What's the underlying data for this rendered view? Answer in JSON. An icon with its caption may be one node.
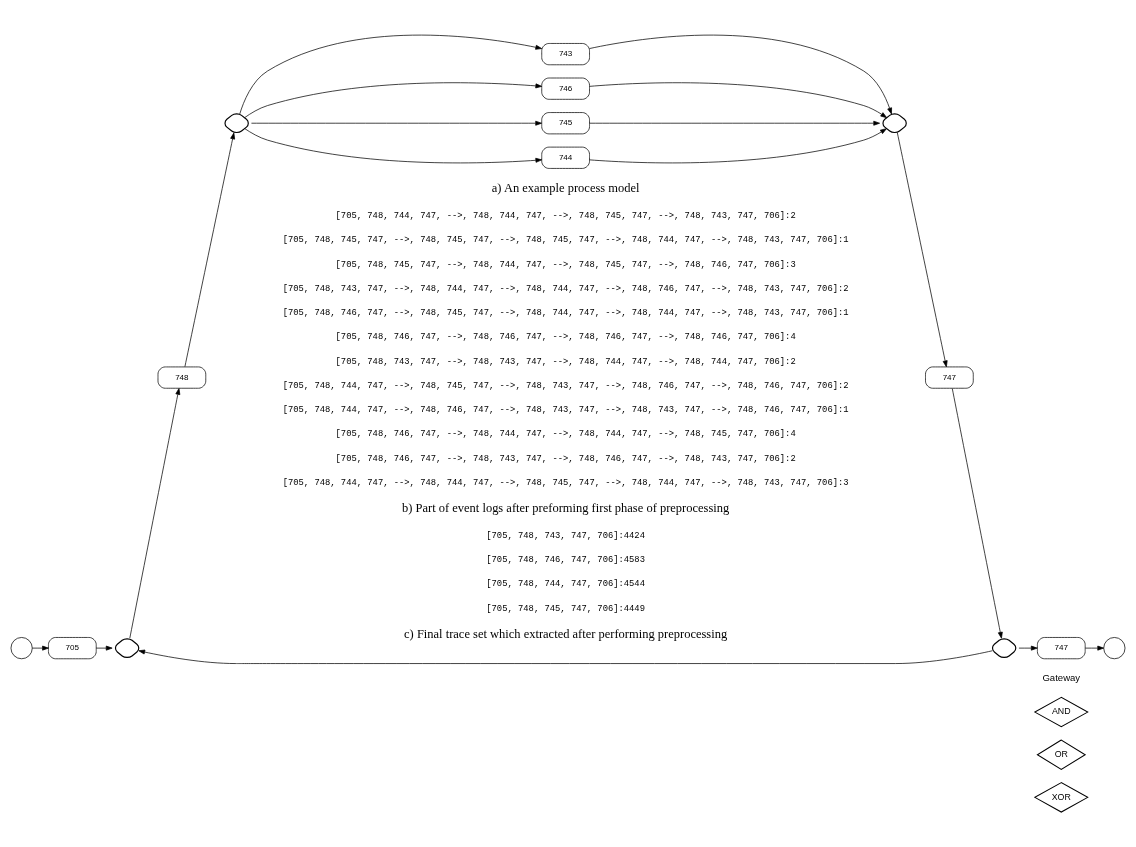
{
  "diagram": {
    "nodes": [
      {
        "text": [],
        "shape": "circle"
      },
      {
        "text": [
          "705"
        ]
      },
      {
        "text": [],
        "shape": "diamond"
      },
      {
        "text": [
          "748"
        ]
      },
      {
        "text": [],
        "shape": "diamond"
      },
      {
        "text": [
          "743"
        ]
      },
      {
        "text": [
          "746"
        ]
      },
      {
        "text": [
          "745"
        ]
      },
      {
        "text": [
          "744"
        ]
      },
      {
        "text": [],
        "shape": "diamond"
      },
      {
        "text": [
          "747"
        ]
      },
      {
        "text": [],
        "shape": "diamond"
      },
      {
        "text": [
          "747"
        ]
      },
      {
        "text": [],
        "shape": "circle"
      }
    ],
    "edges": [
      {
        "from": 0,
        "to": 1,
        "arrow": "to"
      },
      {
        "from": 1,
        "to": 2,
        "arrow": "to"
      },
      {
        "from": 2,
        "to": 3,
        "arrow": "to"
      },
      {
        "from": 3,
        "to": 4,
        "arrow": "to"
      },
      {
        "from": 4,
        "to": 5,
        "arrow": "to"
      },
      {
        "from": 4,
        "to": 6,
        "arrow": "to"
      },
      {
        "from": 4,
        "to": 7,
        "arrow": "to"
      },
      {
        "from": 4,
        "to": 8,
        "arrow": "to"
      },
      {
        "from": 5,
        "to": 9,
        "arrow": "to"
      },
      {
        "from": 6,
        "to": 9,
        "arrow": "to"
      },
      {
        "from": 7,
        "to": 9,
        "arrow": "to"
      },
      {
        "from": 8,
        "to": 9,
        "arrow": "to"
      },
      {
        "from": 9,
        "to": 10,
        "arrow": "to"
      },
      {
        "from": 10,
        "to": 11,
        "arrow": "to"
      },
      {
        "from": 11,
        "to": 12,
        "arrow": "to"
      },
      {
        "from": 12,
        "to": 13,
        "arrow": "to"
      },
      {
        "from": 11,
        "to": 2,
        "arrow": "to"
      }
    ],
    "labels": [
      "a) An example process model",
      "Gateway",
      "[705, 748, 744, 747, -->, 748, 744, 747, -->, 748, 745, 747, -->, 748, 743, 747, 706]:2",
      "[705, 748, 745, 747, -->, 748, 745, 747, -->, 748, 745, 747, -->, 748, 744, 747, -->, 748, 743, 747, 706]:1",
      "[705, 748, 745, 747, -->, 748, 744, 747, -->, 748, 745, 747, -->, 748, 746, 747, 706]:3",
      "[705, 748, 743, 747, -->, 748, 744, 747, -->, 748, 744, 747, -->, 748, 746, 747, -->, 748, 743, 747, 706]:2",
      "[705, 748, 746, 747, -->, 748, 745, 747, -->, 748, 744, 747, -->, 748, 744, 747, -->, 748, 743, 747, 706]:1",
      "[705, 748, 746, 747, -->, 748, 746, 747, -->, 748, 746, 747, -->, 748, 746, 747, 706]:4",
      "[705, 748, 743, 747, -->, 748, 743, 747, -->, 748, 744, 747, -->, 748, 744, 747, 706]:2",
      "[705, 748, 744, 747, -->, 748, 745, 747, -->, 748, 743, 747, -->, 748, 746, 747, -->, 748, 746, 747, 706]:2",
      "[705, 748, 744, 747, -->, 748, 746, 747, -->, 748, 743, 747, -->, 748, 743, 747, -->, 748, 746, 747, 706]:1",
      "[705, 748, 746, 747, -->, 748, 744, 747, -->, 748, 744, 747, -->, 748, 745, 747, 706]:4",
      "[705, 748, 746, 747, -->, 748, 743, 747, -->, 748, 746, 747, -->, 748, 743, 747, 706]:2",
      "[705, 748, 744, 747, -->, 748, 744, 747, -->, 748, 745, 747, -->, 748, 744, 747, -->, 748, 743, 747, 706]:3",
      "b) Part of event logs after preforming first phase of preprocessing",
      "[705, 748, 743, 747, 706]:4424",
      "[705, 748, 746, 747, 706]:4583",
      "[705, 748, 744, 747, 706]:4544",
      "[705, 748, 745, 747, 706]:4449",
      "c) Final trace set which extracted after performing preprocessing"
    ],
    "legend": [
      {
        "text": "AND"
      },
      {
        "text": "OR"
      },
      {
        "text": "XOR"
      }
    ]
  }
}
